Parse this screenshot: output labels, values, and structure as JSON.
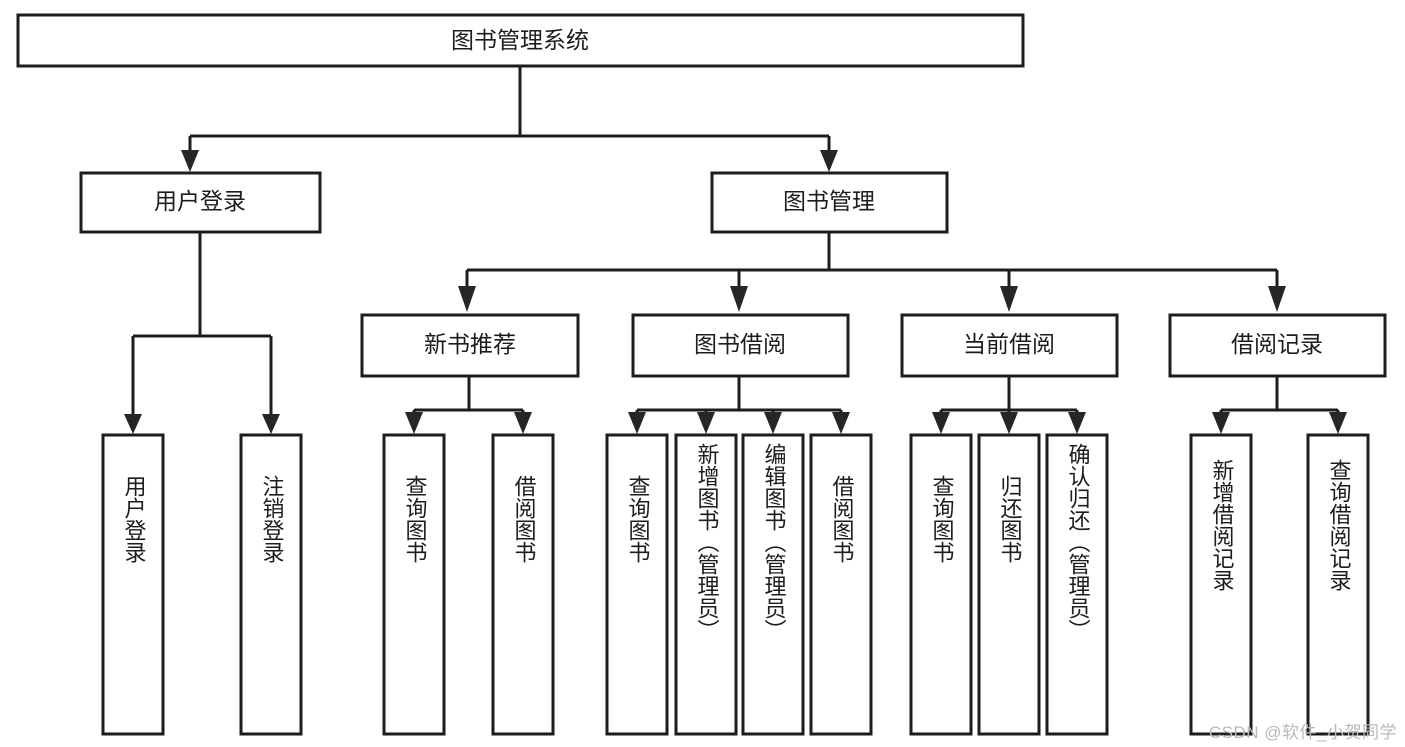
{
  "title": "图书管理系统",
  "watermark": "CSDN @软件_小贺同学",
  "colors": {
    "stroke": "#1d1d1d",
    "fill": "#ffffff",
    "background": "#ffffff",
    "watermark": "#b9b9b9"
  },
  "nodes": {
    "root": {
      "label": "图书管理系统"
    },
    "level1": [
      {
        "label": "用户登录"
      },
      {
        "label": "图书管理"
      }
    ],
    "level2": [
      {
        "label": "新书推荐"
      },
      {
        "label": "图书借阅"
      },
      {
        "label": "当前借阅"
      },
      {
        "label": "借阅记录"
      }
    ],
    "leaves": {
      "user_login": [
        {
          "label": "用户登录"
        },
        {
          "label": "注销登录"
        }
      ],
      "new_book": [
        {
          "label": "查询图书"
        },
        {
          "label": "借阅图书"
        }
      ],
      "book_borrow": [
        {
          "label": "查询图书"
        },
        {
          "label": "新增图书（管理员）"
        },
        {
          "label": "编辑图书（管理员）"
        },
        {
          "label": "借阅图书"
        }
      ],
      "current_borrow": [
        {
          "label": "查询图书"
        },
        {
          "label": "归还图书"
        },
        {
          "label": "确认归还（管理员）"
        }
      ],
      "borrow_record": [
        {
          "label": "新增借阅记录"
        },
        {
          "label": "查询借阅记录"
        }
      ]
    }
  },
  "chart_data": {
    "type": "tree-diagram",
    "title": "图书管理系统",
    "hierarchy": [
      {
        "label": "图书管理系统",
        "children": [
          {
            "label": "用户登录",
            "children": [
              {
                "label": "用户登录"
              },
              {
                "label": "注销登录"
              }
            ]
          },
          {
            "label": "图书管理",
            "children": [
              {
                "label": "新书推荐",
                "children": [
                  {
                    "label": "查询图书"
                  },
                  {
                    "label": "借阅图书"
                  }
                ]
              },
              {
                "label": "图书借阅",
                "children": [
                  {
                    "label": "查询图书"
                  },
                  {
                    "label": "新增图书（管理员）"
                  },
                  {
                    "label": "编辑图书（管理员）"
                  },
                  {
                    "label": "借阅图书"
                  }
                ]
              },
              {
                "label": "当前借阅",
                "children": [
                  {
                    "label": "查询图书"
                  },
                  {
                    "label": "归还图书"
                  },
                  {
                    "label": "确认归还（管理员）"
                  }
                ]
              },
              {
                "label": "借阅记录",
                "children": [
                  {
                    "label": "新增借阅记录"
                  },
                  {
                    "label": "查询借阅记录"
                  }
                ]
              }
            ]
          }
        ]
      }
    ]
  }
}
